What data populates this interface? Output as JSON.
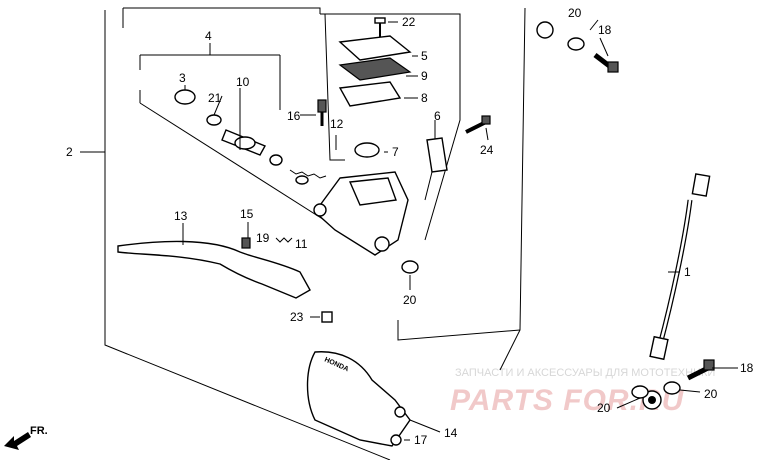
{
  "callouts": {
    "c1": "1",
    "c2": "2",
    "c3": "3",
    "c4": "4",
    "c5": "5",
    "c6": "6",
    "c7": "7",
    "c8": "8",
    "c9": "9",
    "c10": "10",
    "c11": "11",
    "c12": "12",
    "c13": "13",
    "c14": "14",
    "c15": "15",
    "c16": "16",
    "c17": "17",
    "c18a": "18",
    "c18b": "18",
    "c19": "19",
    "c20a": "20",
    "c20b": "20",
    "c20c": "20",
    "c20d": "20",
    "c21": "21",
    "c22": "22",
    "c23": "23",
    "c24": "24"
  },
  "watermark": {
    "line1": "ЗАПЧАСТИ И АКСЕССУАРЫ ДЛЯ МОТОТЕХНИКИ",
    "line2": "PARTS FOR.RU"
  },
  "direction_marker": "FR.",
  "cover_brand": "HONDA"
}
